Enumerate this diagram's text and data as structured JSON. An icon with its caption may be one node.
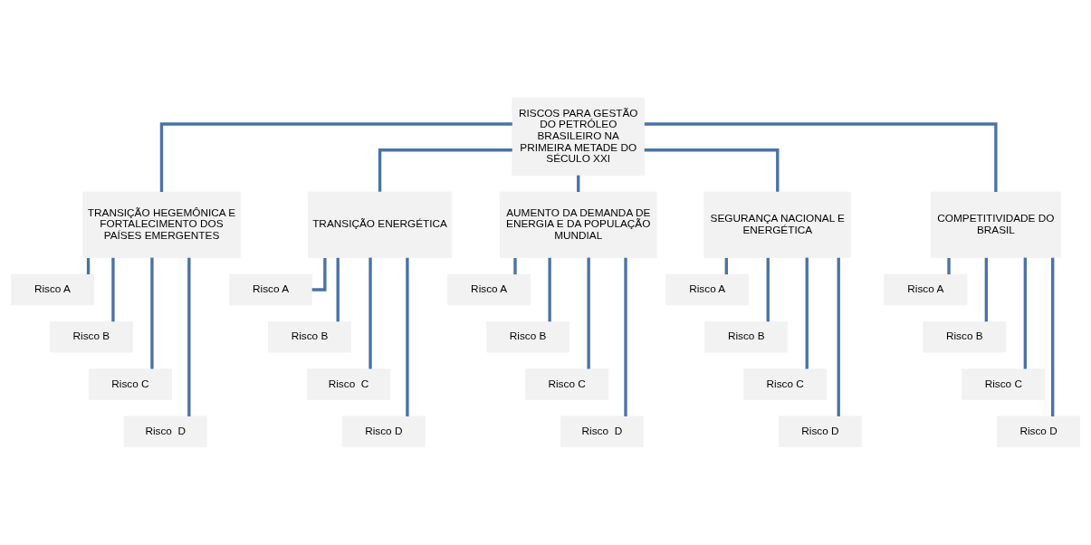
{
  "diagram": {
    "nodes": [
      {
        "text": [
          "RISCOS PARA GESTÃO DO PETRÓLEO BRASILEIRO NA PRIMEIRA METADE DO SÉCULO XXI"
        ]
      },
      {
        "text": [
          "TRANSIÇÃO HEGEMÔNICA E FORTALECIMENTO DOS PAÍSES EMERGENTES"
        ]
      },
      {
        "text": [
          "TRANSIÇÃO ENERGÉTICA"
        ]
      },
      {
        "text": [
          "AUMENTO DA DEMANDA DE ENERGIA E DA POPULAÇÃO MUNDIAL"
        ]
      },
      {
        "text": [
          "SEGURANÇA NACIONAL E ENERGÉTICA"
        ]
      },
      {
        "text": [
          "COMPETITIVIDADE DO BRASIL"
        ]
      },
      {
        "text": [
          "Risco A"
        ]
      },
      {
        "text": [
          "Risco B"
        ]
      },
      {
        "text": [
          "Risco C"
        ]
      },
      {
        "text": [
          "Risco  D"
        ]
      },
      {
        "text": [
          "Risco A"
        ]
      },
      {
        "text": [
          "Risco B"
        ]
      },
      {
        "text": [
          "Risco  C"
        ]
      },
      {
        "text": [
          "Risco D"
        ]
      },
      {
        "text": [
          "Risco A"
        ]
      },
      {
        "text": [
          "Risco B"
        ]
      },
      {
        "text": [
          "Risco C"
        ]
      },
      {
        "text": [
          "Risco  D"
        ]
      },
      {
        "text": [
          "Risco A"
        ]
      },
      {
        "text": [
          "Risco B"
        ]
      },
      {
        "text": [
          "Risco C"
        ]
      },
      {
        "text": [
          "Risco D"
        ]
      },
      {
        "text": [
          "Risco A"
        ]
      },
      {
        "text": [
          "Risco B"
        ]
      },
      {
        "text": [
          "Risco C"
        ]
      },
      {
        "text": [
          "Risco D"
        ]
      }
    ],
    "edges": [
      {
        "from": 0,
        "to": 1,
        "arrow": "none"
      },
      {
        "from": 0,
        "to": 2,
        "arrow": "none"
      },
      {
        "from": 0,
        "to": 3,
        "arrow": "none"
      },
      {
        "from": 0,
        "to": 4,
        "arrow": "none"
      },
      {
        "from": 0,
        "to": 5,
        "arrow": "none"
      },
      {
        "from": 1,
        "to": 6,
        "arrow": "none"
      },
      {
        "from": 1,
        "to": 7,
        "arrow": "none"
      },
      {
        "from": 1,
        "to": 8,
        "arrow": "none"
      },
      {
        "from": 1,
        "to": 9,
        "arrow": "none"
      },
      {
        "from": 2,
        "to": 10,
        "arrow": "none"
      },
      {
        "from": 2,
        "to": 11,
        "arrow": "none"
      },
      {
        "from": 2,
        "to": 12,
        "arrow": "none"
      },
      {
        "from": 2,
        "to": 13,
        "arrow": "none"
      },
      {
        "from": 3,
        "to": 14,
        "arrow": "none"
      },
      {
        "from": 3,
        "to": 15,
        "arrow": "none"
      },
      {
        "from": 3,
        "to": 16,
        "arrow": "none"
      },
      {
        "from": 3,
        "to": 17,
        "arrow": "none"
      },
      {
        "from": 4,
        "to": 18,
        "arrow": "none"
      },
      {
        "from": 4,
        "to": 19,
        "arrow": "none"
      },
      {
        "from": 4,
        "to": 20,
        "arrow": "none"
      },
      {
        "from": 4,
        "to": 21,
        "arrow": "none"
      },
      {
        "from": 5,
        "to": 22,
        "arrow": "none"
      },
      {
        "from": 5,
        "to": 23,
        "arrow": "none"
      },
      {
        "from": 5,
        "to": 24,
        "arrow": "none"
      },
      {
        "from": 5,
        "to": 25,
        "arrow": "none"
      }
    ]
  }
}
